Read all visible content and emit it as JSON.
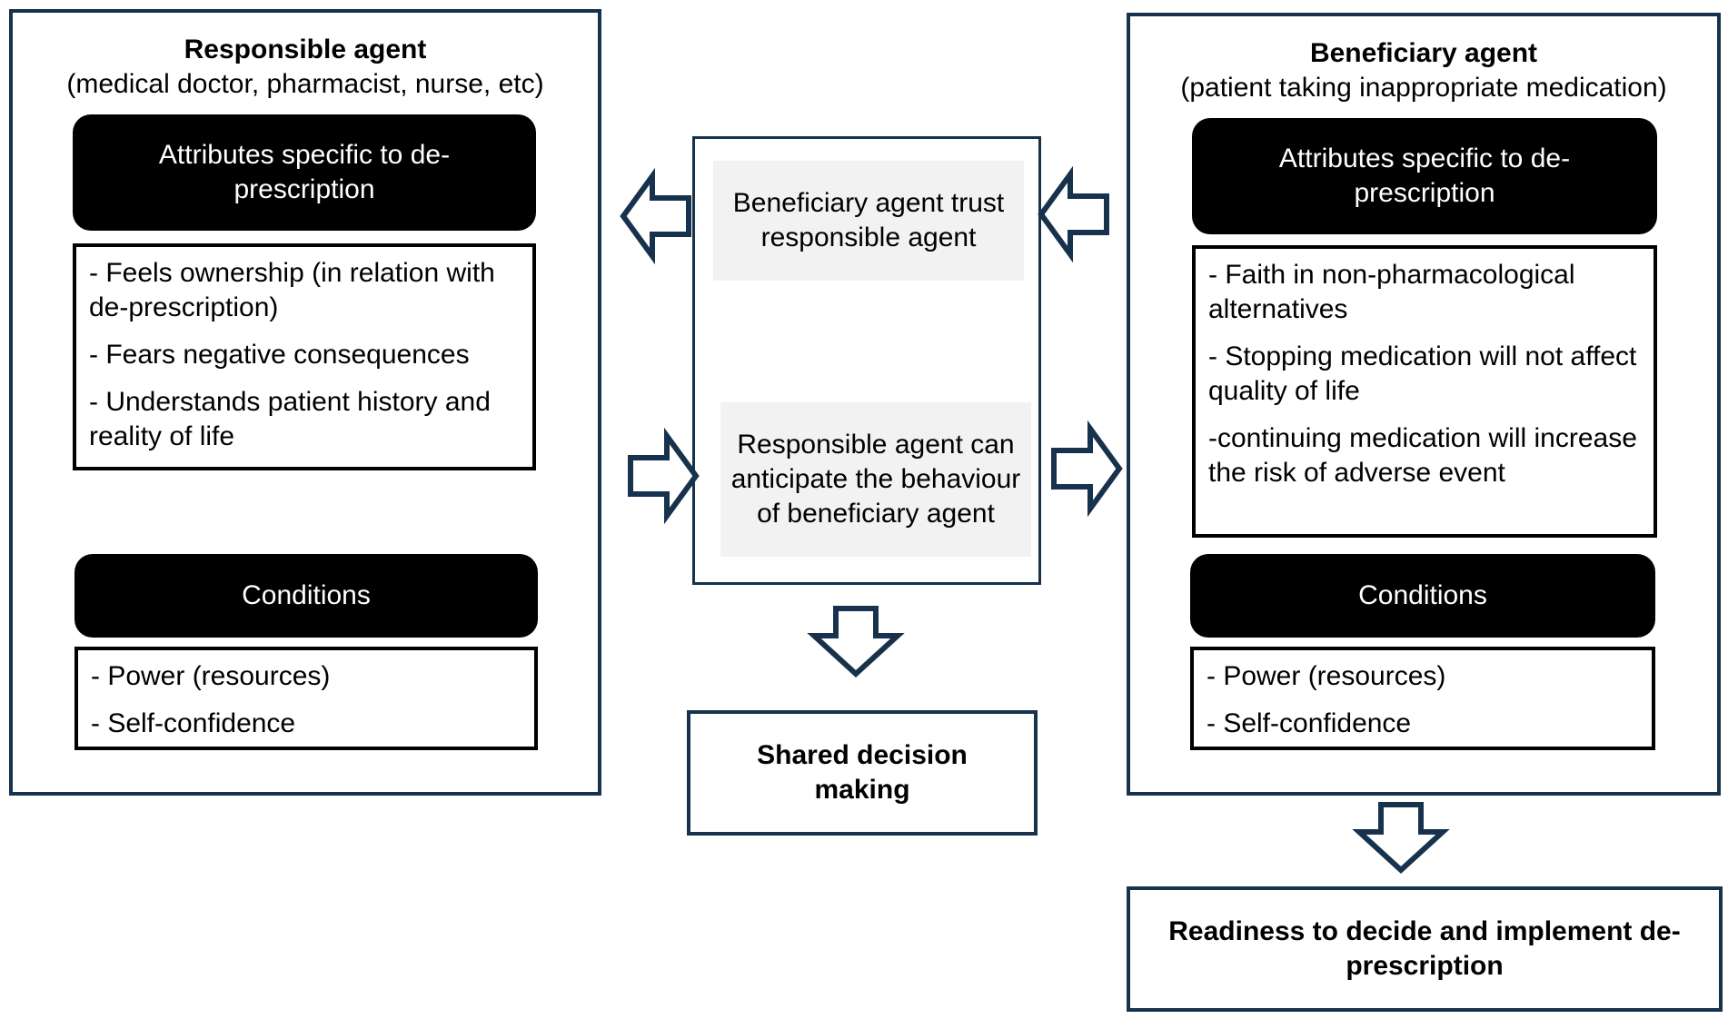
{
  "responsible": {
    "title": "Responsible agent",
    "subtitle": "(medical doctor, pharmacist, nurse, etc)",
    "attributes_header": "Attributes specific to de-prescription",
    "attributes": [
      "- Feels ownership (in relation with de-prescription)",
      "- Fears negative consequences",
      "- Understands patient history and reality of life"
    ],
    "conditions_header": "Conditions",
    "conditions": [
      "- Power (resources)",
      "- Self-confidence"
    ]
  },
  "beneficiary": {
    "title": "Beneficiary agent",
    "subtitle": "(patient taking inappropriate medication)",
    "attributes_header": "Attributes specific to de-prescription",
    "attributes": [
      "- Faith in non-pharmacological alternatives",
      "- Stopping medication will not affect quality of life",
      "-continuing medication will increase the risk of adverse event"
    ],
    "conditions_header": "Conditions",
    "conditions": [
      "- Power (resources)",
      "- Self-confidence"
    ]
  },
  "middle": {
    "trust": "Beneficiary agent trust responsible agent",
    "anticipate": "Responsible agent can anticipate the behaviour of beneficiary agent"
  },
  "outcomes": {
    "shared": "Shared decision making",
    "readiness": "Readiness to decide and implement de-prescription"
  }
}
